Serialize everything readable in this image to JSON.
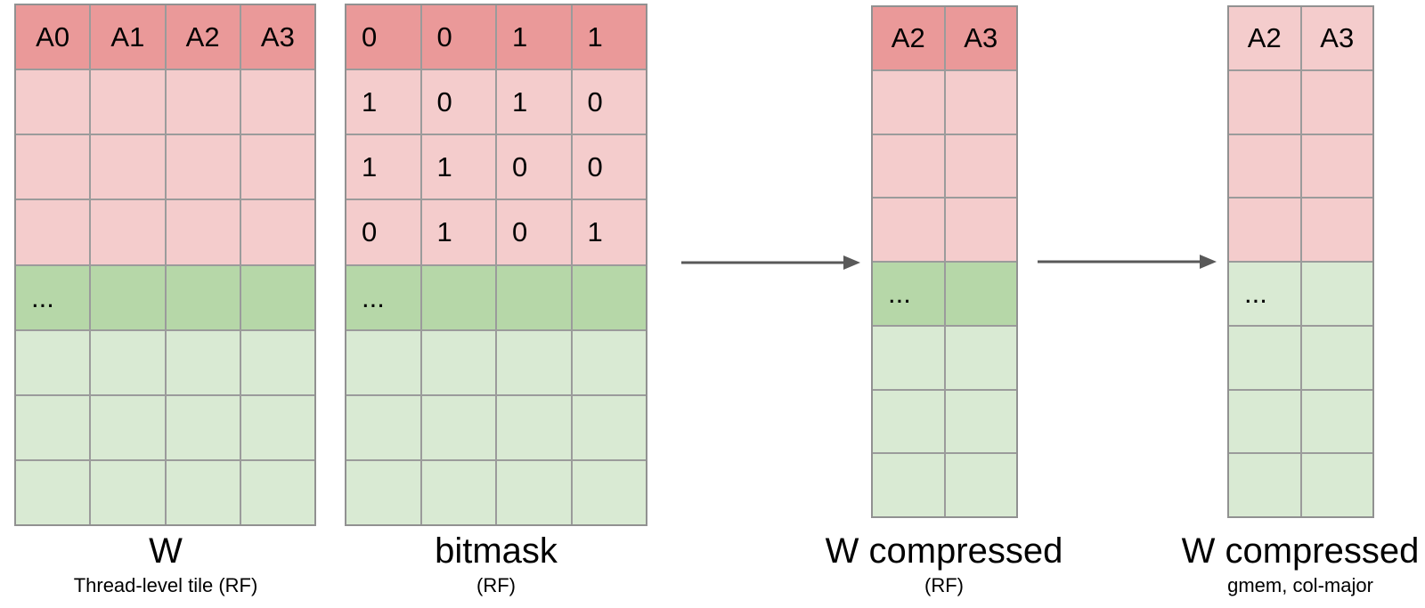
{
  "colors": {
    "header_red": "#ea9999",
    "light_pink": "#f4cccc",
    "accent_green": "#b6d7a8",
    "light_green": "#d9ead3",
    "border_gray": "#9b9b9b",
    "arrow_gray": "#595959",
    "text": "#000000"
  },
  "grids": [
    {
      "id": "w-thread-tile",
      "title": "W",
      "subtitle": "Thread-level tile (RF)",
      "columns": 4,
      "text_align": "center",
      "rows": [
        {
          "style": "header",
          "cells": [
            "A0",
            "A1",
            "A2",
            "A3"
          ]
        },
        {
          "style": "pink",
          "cells": [
            "",
            "",
            "",
            ""
          ]
        },
        {
          "style": "pink",
          "cells": [
            "",
            "",
            "",
            ""
          ]
        },
        {
          "style": "pink",
          "cells": [
            "",
            "",
            "",
            ""
          ]
        },
        {
          "style": "accent",
          "cells": [
            "...",
            "",
            "",
            ""
          ]
        },
        {
          "style": "green",
          "cells": [
            "",
            "",
            "",
            ""
          ]
        },
        {
          "style": "green",
          "cells": [
            "",
            "",
            "",
            ""
          ]
        },
        {
          "style": "green",
          "cells": [
            "",
            "",
            "",
            ""
          ]
        }
      ]
    },
    {
      "id": "bitmask",
      "title": "bitmask",
      "subtitle": "(RF)",
      "columns": 4,
      "text_align": "left",
      "rows": [
        {
          "style": "header",
          "cells": [
            "0",
            "0",
            "1",
            "1"
          ]
        },
        {
          "style": "pink",
          "cells": [
            "1",
            "0",
            "1",
            "0"
          ]
        },
        {
          "style": "pink",
          "cells": [
            "1",
            "1",
            "0",
            "0"
          ]
        },
        {
          "style": "pink",
          "cells": [
            "0",
            "1",
            "0",
            "1"
          ]
        },
        {
          "style": "accent",
          "cells": [
            "...",
            "",
            "",
            ""
          ]
        },
        {
          "style": "green",
          "cells": [
            "",
            "",
            "",
            ""
          ]
        },
        {
          "style": "green",
          "cells": [
            "",
            "",
            "",
            ""
          ]
        },
        {
          "style": "green",
          "cells": [
            "",
            "",
            "",
            ""
          ]
        }
      ]
    },
    {
      "id": "w-compressed-rf",
      "title": "W compressed",
      "subtitle": "(RF)",
      "columns": 2,
      "text_align": "center",
      "rows": [
        {
          "style": "header",
          "cells": [
            "A2",
            "A3"
          ]
        },
        {
          "style": "pink",
          "cells": [
            "",
            ""
          ]
        },
        {
          "style": "pink",
          "cells": [
            "",
            ""
          ]
        },
        {
          "style": "pink",
          "cells": [
            "",
            ""
          ]
        },
        {
          "style": "accent",
          "cells": [
            "...",
            ""
          ]
        },
        {
          "style": "green",
          "cells": [
            "",
            ""
          ]
        },
        {
          "style": "green",
          "cells": [
            "",
            ""
          ]
        },
        {
          "style": "green",
          "cells": [
            "",
            ""
          ]
        }
      ]
    },
    {
      "id": "w-compressed-gmem",
      "title": "W compressed",
      "subtitle": "gmem, col-major",
      "columns": 2,
      "text_align": "center",
      "rows": [
        {
          "style": "pink",
          "cells": [
            "A2",
            "A3"
          ]
        },
        {
          "style": "pink",
          "cells": [
            "",
            ""
          ]
        },
        {
          "style": "pink",
          "cells": [
            "",
            ""
          ]
        },
        {
          "style": "pink",
          "cells": [
            "",
            ""
          ]
        },
        {
          "style": "green",
          "cells": [
            "...",
            ""
          ]
        },
        {
          "style": "green",
          "cells": [
            "",
            ""
          ]
        },
        {
          "style": "green",
          "cells": [
            "",
            ""
          ]
        },
        {
          "style": "green",
          "cells": [
            "",
            ""
          ]
        }
      ]
    }
  ],
  "arrows": [
    {
      "name": "arrow-bitmask-to-compressed"
    },
    {
      "name": "arrow-rf-to-gmem"
    }
  ]
}
